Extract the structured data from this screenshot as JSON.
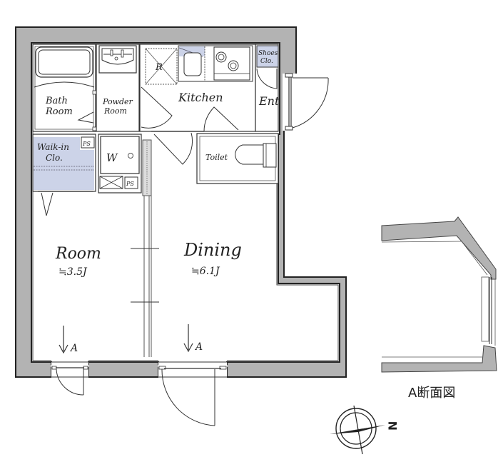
{
  "colors": {
    "wall_fill": "#b3b3b3",
    "wall_stroke": "#222222",
    "storage_fill": "#ccd3e8",
    "line": "#333333",
    "background": "#ffffff"
  },
  "rooms": {
    "bath": {
      "line1": "Bath",
      "line2": "Room"
    },
    "powder": {
      "line1": "Powder",
      "line2": "Room"
    },
    "kitchen": {
      "label": "Kitchen",
      "fridge_mark": "R"
    },
    "shoes": {
      "line1": "Shoes",
      "line2": "Clo."
    },
    "entrance": {
      "label": "Ent"
    },
    "walkin": {
      "line1": "Waik-in",
      "line2": "Clo."
    },
    "pipe_space_1": {
      "label": "PS"
    },
    "pipe_space_2": {
      "label": "PS"
    },
    "washer": {
      "label": "W"
    },
    "toilet": {
      "label": "Toilet"
    },
    "room": {
      "label": "Room",
      "size": "≒3.5J"
    },
    "dining": {
      "label": "Dining",
      "size": "≒6.1J"
    }
  },
  "section_markers": [
    {
      "label": "A"
    },
    {
      "label": "A"
    }
  ],
  "section_view": {
    "title": "A断面図"
  },
  "compass": {
    "label": "N",
    "icon": "north-arrow-icon"
  }
}
